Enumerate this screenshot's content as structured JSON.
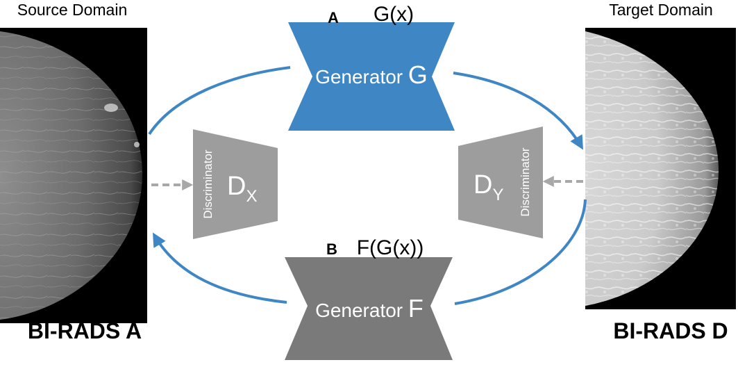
{
  "source": {
    "domain_label": "Source Domain",
    "class_label": "BI-RADS A"
  },
  "target": {
    "domain_label": "Target Domain",
    "class_label": "BI-RADS D"
  },
  "generator_g": {
    "name": "Generator ",
    "letter": "G",
    "panel_letter": "A",
    "output_label": "G(x)",
    "color": "#3f86c5"
  },
  "generator_f": {
    "name": "Generator ",
    "letter": "F",
    "panel_letter": "B",
    "output_label": "F(G(x))",
    "color": "#7a7a7a"
  },
  "discriminator_x": {
    "title": "Discriminator",
    "symbol": "D",
    "subscript": "X",
    "color": "#9d9d9d"
  },
  "discriminator_y": {
    "title": "Discriminator",
    "symbol": "D",
    "subscript": "Y",
    "color": "#9d9d9d"
  },
  "colors": {
    "cycle_arrow": "#3f86c5",
    "dashed_arrow": "#a8a8a8",
    "mammogram_background": "#000000"
  }
}
